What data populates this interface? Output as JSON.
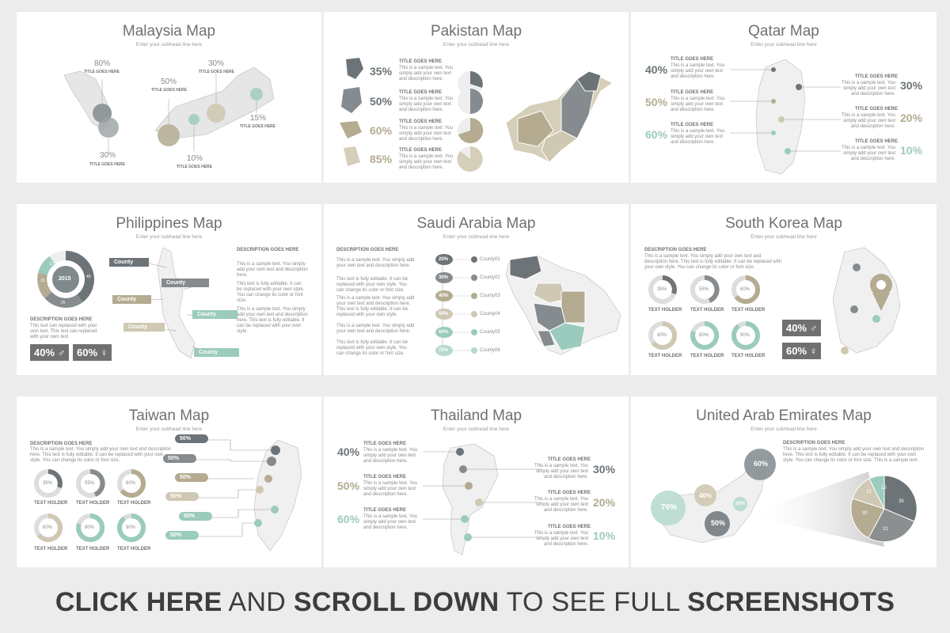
{
  "slides": {
    "malaysia": {
      "title": "Malaysia Map",
      "sub": "Enter your subhead line here",
      "p1": "80%",
      "p2": "30%",
      "p3": "50%",
      "p4": "30%",
      "p5": "10%",
      "p6": "15%",
      "lbl": "TITLE GOES HERE"
    },
    "pakistan": {
      "title": "Pakistan Map",
      "sub": "Enter your subhead line here",
      "p1": "35%",
      "p2": "50%",
      "p3": "60%",
      "p4": "85%",
      "lbl": "TITLE GOES HERE",
      "txt": "This is a sample text. You simply add your own text and description here."
    },
    "qatar": {
      "title": "Qatar Map",
      "sub": "Enter your subhead line here",
      "l1": "40%",
      "l2": "50%",
      "l3": "60%",
      "r1": "30%",
      "r2": "20%",
      "r3": "10%",
      "lbl": "TITLE GOES HERE",
      "txt": "This is a sample text. You simply add your own text and description here."
    },
    "philippines": {
      "title": "Philippines Map",
      "sub": "Enter your subhead line here",
      "year": "2015",
      "d1": "40",
      "d2": "25",
      "d3": "15",
      "d4": "10",
      "desc": "DESCRIPTION GOES HERE",
      "desc_txt": "This text can replaced with your own text. This text can replaced with your own text.",
      "county": "County",
      "p1": "40%",
      "p2": "60%",
      "r_head": "DESCRIPTION GOES HERE",
      "r1": "This is a sample text. You simply add your own text and description here.",
      "r2": "This text is fully editable. It can be replaced with your own style. You can change its color or font size.",
      "r3": "This is a sample text. You simply add your own text and description here. This text is fully editable. It can be replaced with your own style."
    },
    "saudi": {
      "title": "Saudi Arabia Map",
      "sub": "Enter your subhead line here",
      "desc": "DESCRIPTION GOES HERE",
      "t1": "This is a sample text. You simply add your own text and description here.",
      "t2": "This text is fully editable. It can be replaced with your own style. You can change its color or font size.",
      "t3": "This is a sample text. You simply add your own text and description here. This text is fully editable. It can be replaced with your own style.",
      "t4": "This is a sample text. You simply add your own text and description here.",
      "t5": "This text is fully editable. It can be replaced with your own style. You can change its color or font size.",
      "vals": [
        "20%",
        "30%",
        "40%",
        "50%",
        "60%",
        "70%"
      ],
      "counties": [
        "County01",
        "County02",
        "County03",
        "County04",
        "County05",
        "County06"
      ]
    },
    "korea": {
      "title": "South Korea Map",
      "sub": "Enter your subhead line here",
      "desc": "DESCRIPTION GOES HERE",
      "desc_txt": "This is a sample text. You simply add your own text and description here. This text is fully editable. It can be replaced with your own style. You can change its color or font size.",
      "donuts": [
        "35%",
        "55%",
        "60%",
        "60%",
        "80%",
        "90%"
      ],
      "holder": "TEXT HOLDER",
      "p1": "40%",
      "p2": "60%"
    },
    "taiwan": {
      "title": "Taiwan Map",
      "sub": "Enter your subhead line here",
      "desc": "DESCRIPTION GOES HERE",
      "desc_txt": "This is a sample text. You simply add your own text and description here. This text is fully editable. It can be replaced with your own style. You can change its color or font size.",
      "donuts": [
        "35%",
        "55%",
        "60%",
        "60%",
        "80%",
        "90%"
      ],
      "holder": "TEXT HOLDER",
      "pill": "50%"
    },
    "thailand": {
      "title": "Thailand Map",
      "sub": "Enter your subhead line here",
      "l1": "40%",
      "l2": "50%",
      "l3": "60%",
      "r1": "30%",
      "r2": "20%",
      "r3": "10%",
      "lbl": "TITLE GOES HERE",
      "txt": "This is a sample text. You simply add your own text and description here."
    },
    "uae": {
      "title": "United Arab Emirates Map",
      "sub": "Enter your subhead line here",
      "desc": "DESCRIPTION GOES HERE",
      "desc_txt": "This is a sample text. You simply add your own text and description here. This text is fully editable. It can be replaced with your own style. You can change its color or font size. This is a sample text.",
      "b1": "60%",
      "b2": "40%",
      "b3": "70%",
      "b4": "50%",
      "b5": "20%",
      "pie": [
        "35",
        "21",
        "30",
        "15",
        "15"
      ]
    }
  },
  "banner": {
    "a": "CLICK HERE",
    "b": " AND ",
    "c": "SCROLL DOWN",
    "d": " TO SEE FULL ",
    "e": "SCREENSHOTS"
  },
  "colors": {
    "dark": "#6d7478",
    "khaki": "#b4ab90",
    "mint": "#9bcbbd",
    "grey": "#c9c9c9"
  }
}
